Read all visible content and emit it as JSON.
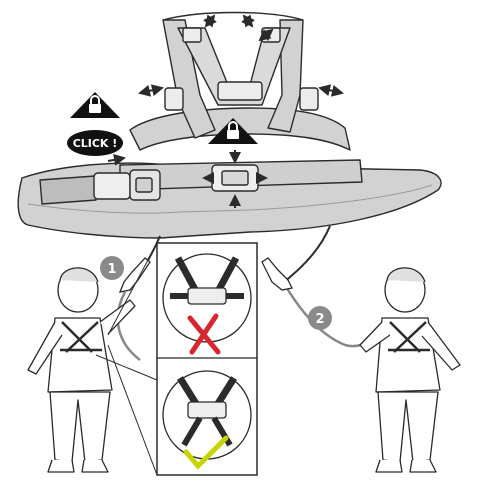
{
  "labels": {
    "click": "CLICK !",
    "step_one": "1",
    "step_two": "2"
  },
  "colors": {
    "strap": "#d2d2d2",
    "strap_dark": "#c2c2c2",
    "outline": "#2b2b2b",
    "wrong_mark": "#d8262e",
    "right_mark": "#c8d400",
    "step_badge": "#8a8a8a",
    "click_badge": "#111111",
    "lock_badge": "#111111"
  },
  "icons": {
    "lock_top": "padlock-warning-icon",
    "lock_center": "padlock-warning-icon",
    "wrong": "cross-mark-icon",
    "right": "check-mark-icon"
  }
}
